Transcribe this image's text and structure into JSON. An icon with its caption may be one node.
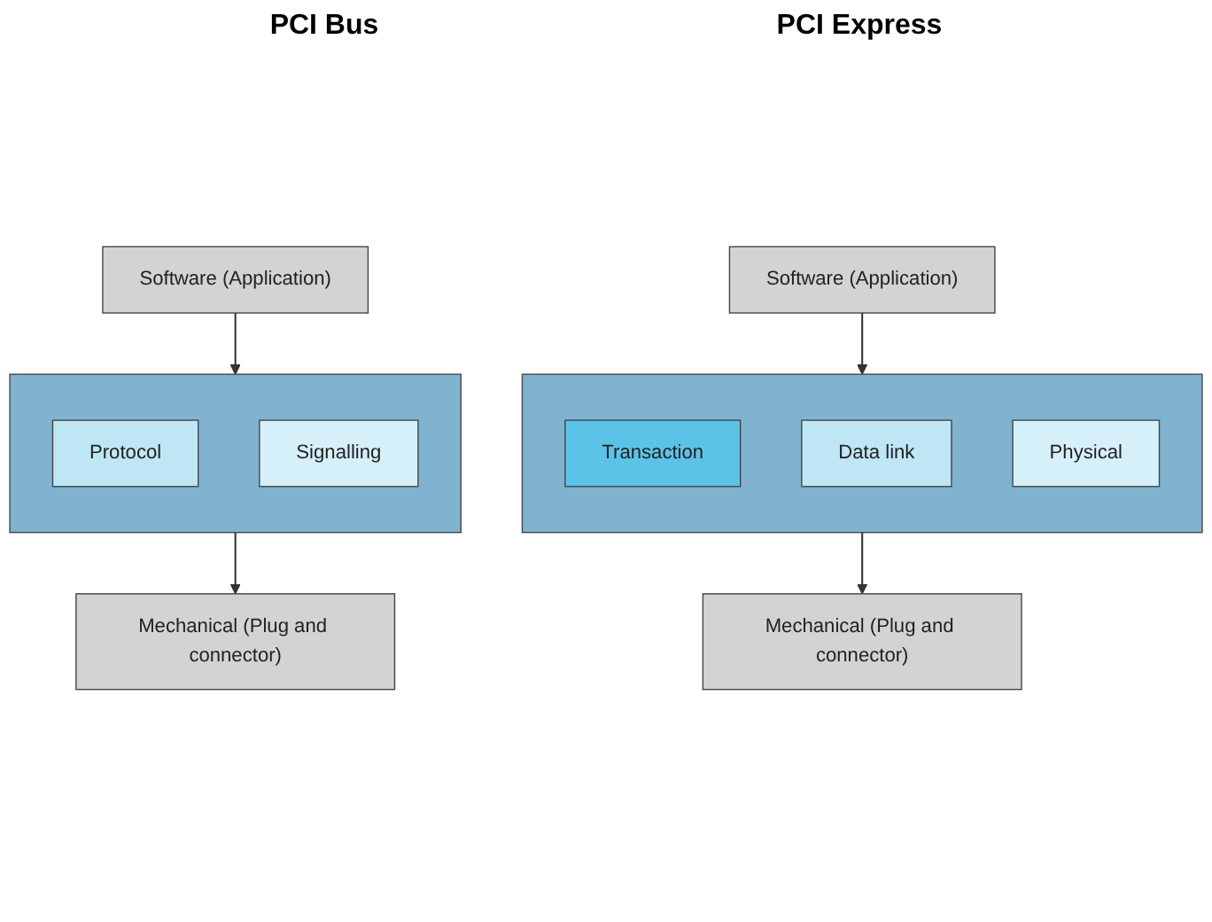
{
  "diagram": {
    "nodes": [
      {
        "text": [
          "Software (Application)"
        ]
      },
      {
        "text": [],
        "shape": "box"
      },
      {
        "text": [
          "Protocol"
        ],
        "in": 1
      },
      {
        "text": [
          "Signalling"
        ],
        "in": 1
      },
      {
        "text": [
          "Mechanical (Plug and connector)"
        ]
      },
      {
        "text": [
          "Software (Application)"
        ]
      },
      {
        "text": [],
        "shape": "box"
      },
      {
        "text": [
          "Transaction"
        ],
        "in": 6
      },
      {
        "text": [
          "Data link"
        ],
        "in": 6
      },
      {
        "text": [
          "Physical"
        ],
        "in": 6
      },
      {
        "text": [
          "Mechanical (Plug and connector)"
        ]
      }
    ],
    "edges": [
      {
        "from": 0,
        "to": 1,
        "arrow": "to"
      },
      {
        "from": 1,
        "to": 4,
        "arrow": "to"
      },
      {
        "from": 5,
        "to": 6,
        "arrow": "to"
      },
      {
        "from": 6,
        "to": 10,
        "arrow": "to"
      }
    ],
    "labels": [
      "PCI Bus",
      "PCI Express"
    ]
  }
}
